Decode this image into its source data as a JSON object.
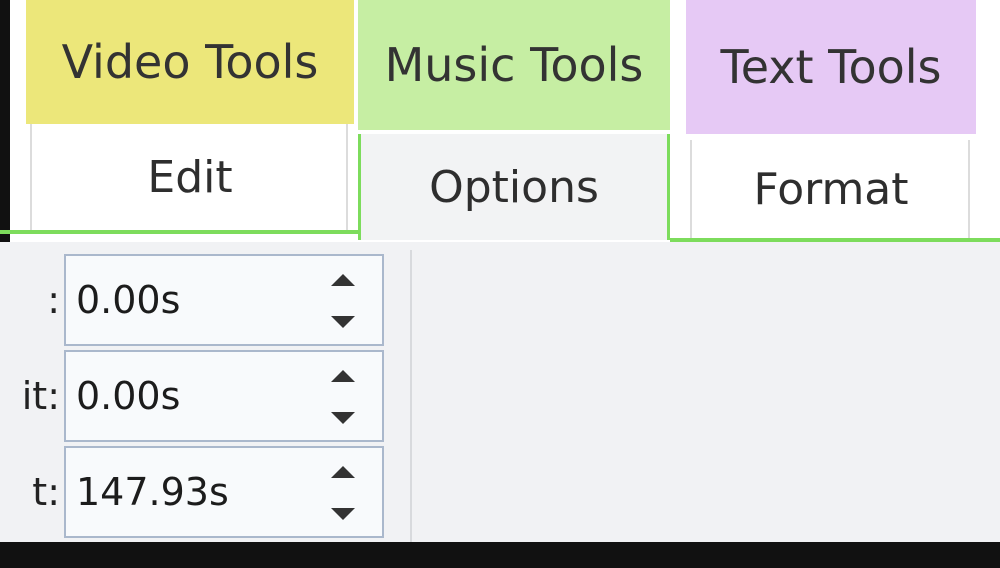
{
  "ribbon": {
    "groups": [
      {
        "header": "Video Tools",
        "tab": "Edit",
        "color": "#ece77a"
      },
      {
        "header": "Music Tools",
        "tab": "Options",
        "color": "#c6eea3"
      },
      {
        "header": "Text Tools",
        "tab": "Format",
        "color": "#e6c9f5"
      }
    ],
    "active_tab": "Options",
    "accent_color": "#7ddc5c"
  },
  "options_panel": {
    "rows": [
      {
        "label": ":",
        "value": "0.00s"
      },
      {
        "label": "it:",
        "value": "0.00s"
      },
      {
        "label": "t:",
        "value": "147.93s"
      }
    ]
  }
}
